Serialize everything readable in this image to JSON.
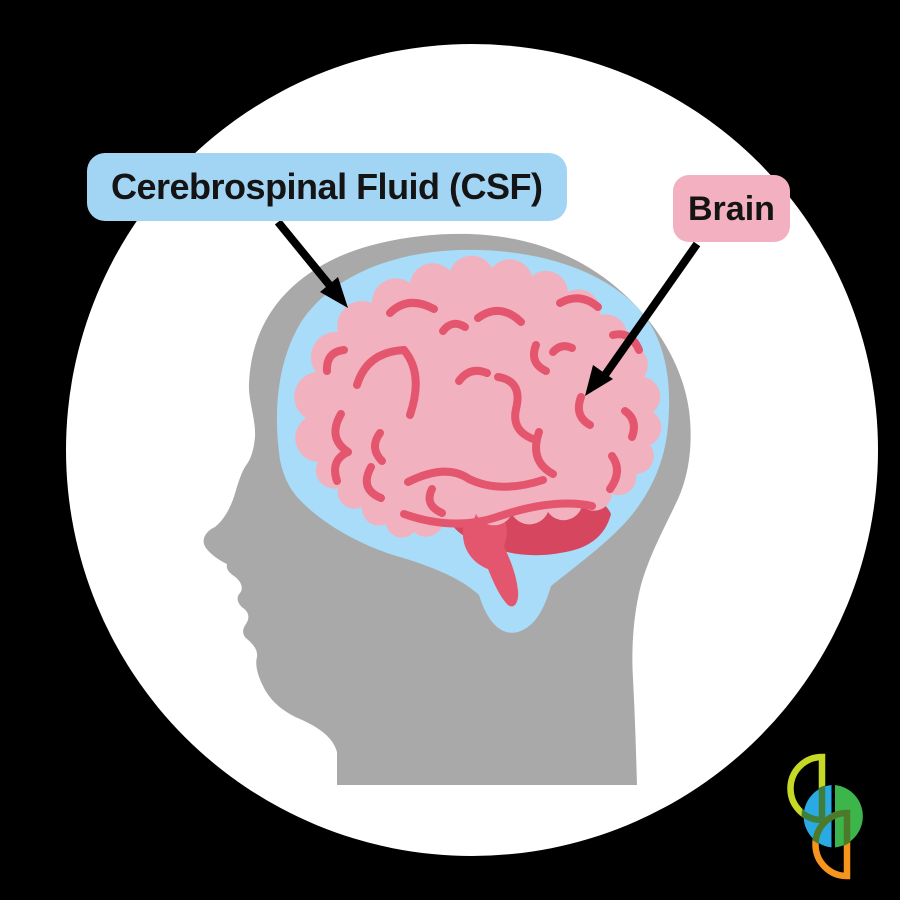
{
  "figure": {
    "background_color": "#000000",
    "circle_color": "#ffffff",
    "head_color": "#a9a9a9",
    "csf_color": "#a9dcf8",
    "brain_color": "#f2b1be",
    "sulci_color": "#e4566e",
    "cerebellum_color": "#d6465f",
    "brainstem_color": "#e4566e",
    "arrow_color": "#000000"
  },
  "labels": {
    "csf": {
      "text": "Cerebrospinal Fluid (CSF)",
      "bg": "#a2d5f3",
      "text_color": "#141414",
      "style": "background:#a2d5f3;color:#141414"
    },
    "brain": {
      "text": "Brain",
      "bg": "#f3b0c0",
      "text_color": "#141414",
      "style": "background:#f3b0c0;color:#141414"
    }
  },
  "logo": {
    "yellow": "#c6d826",
    "orange": "#f7941e",
    "blue": "#2aaae2",
    "green": "#3cb54a",
    "yellow_on_blue": "#3f7f3c",
    "orange_on_green": "#4c7a28"
  }
}
